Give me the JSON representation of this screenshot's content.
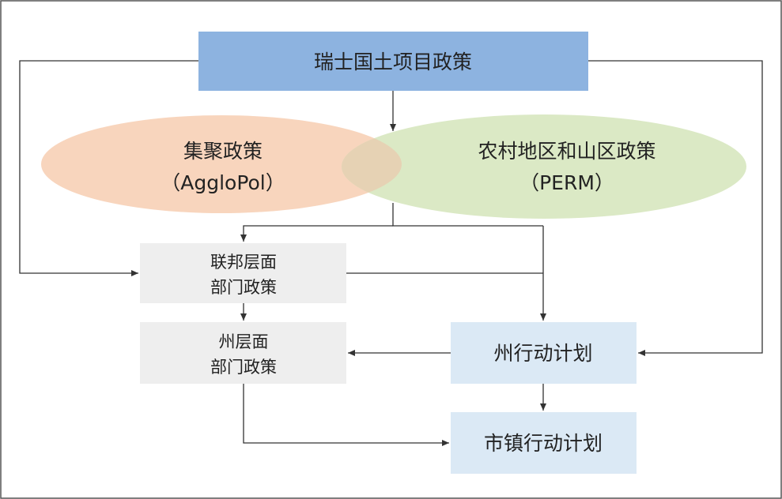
{
  "colors": {
    "top_box": "#8db3e0",
    "agglo_ellipse": "#f8d5bd",
    "perm_ellipse": "#dbe9c5",
    "overlap": "#e6d2b4",
    "grey_box": "#eeeeee",
    "blue_box": "#dbe9f5",
    "line": "#333333",
    "frame": "#555555"
  },
  "nodes": {
    "top": {
      "text": "瑞士国土项目政策"
    },
    "agglo": {
      "line1": "集聚政策",
      "line2": "（AggloPol）"
    },
    "perm": {
      "line1": "农村地区和山区政策",
      "line2": "（PERM）"
    },
    "federal": {
      "line1": "联邦层面",
      "line2": "部门政策"
    },
    "state_sector": {
      "line1": "州层面",
      "line2": "部门政策"
    },
    "state_action": {
      "text": "州行动计划"
    },
    "town_action": {
      "text": "市镇行动计划"
    }
  }
}
